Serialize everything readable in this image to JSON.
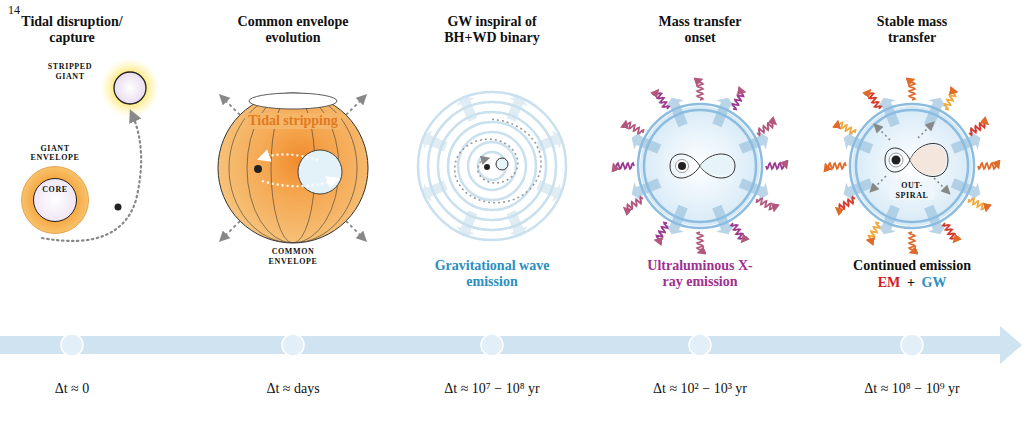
{
  "diagram": {
    "nodes": [
      {
        "text": [
          "GIANT ENVELOPE"
        ]
      },
      {
        "text": [
          "CORE"
        ],
        "in": 0
      }
    ],
    "labels": [
      "14",
      "Tidal disruption/ capture",
      "Common envelope evolution",
      "GW inspiral of BH+WD binary",
      "Mass transfer onset",
      "Stable mass transfer",
      "STRIPPED GIANT",
      "Tidal stripping",
      "COMMON ENVELOPE",
      "OUT-SPIRAL",
      "Gravitational wave emission",
      "Ultraluminous X-ray emission",
      "Continued emission",
      "EM",
      "+",
      "GW",
      "Δt ≈ 0",
      "Δt ≈ days",
      "Δt ≈ 10⁷ − 10⁸ yr",
      "Δt ≈ 10² − 10³ yr",
      "Δt ≈ 10⁸ − 10⁹ yr"
    ]
  }
}
